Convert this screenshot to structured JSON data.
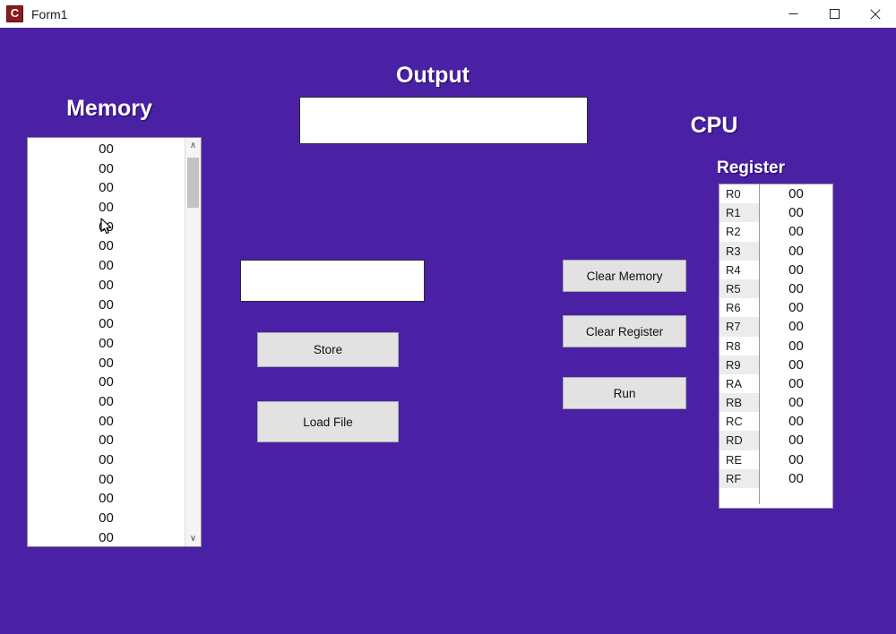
{
  "window": {
    "title": "Form1",
    "icon": "app-c-icon",
    "icon_letter": "C",
    "minimize_label": "─",
    "maximize_label": "□",
    "close_label": "✕",
    "accent_color": "#4a21a5",
    "titlebar_color": "#ffffff"
  },
  "background_color": "#4a21a5",
  "memory": {
    "heading": "Memory",
    "values": [
      "00",
      "00",
      "00",
      "00",
      "00",
      "00",
      "00",
      "00",
      "00",
      "00",
      "00",
      "00",
      "00",
      "00",
      "00",
      "00",
      "00",
      "00",
      "00",
      "00",
      "00"
    ],
    "scrollbar": {
      "up_arrow": "∧",
      "down_arrow": "∨"
    }
  },
  "output": {
    "heading": "Output",
    "value": "",
    "placeholder": ""
  },
  "input": {
    "value": "",
    "placeholder": ""
  },
  "buttons": {
    "store": "Store",
    "load_file": "Load File",
    "clear_memory": "Clear Memory",
    "clear_register": "Clear Register",
    "run": "Run"
  },
  "cpu": {
    "heading": "CPU",
    "register_heading": "Register",
    "registers": [
      {
        "name": "R0",
        "value": "00"
      },
      {
        "name": "R1",
        "value": "00"
      },
      {
        "name": "R2",
        "value": "00"
      },
      {
        "name": "R3",
        "value": "00"
      },
      {
        "name": "R4",
        "value": "00"
      },
      {
        "name": "R5",
        "value": "00"
      },
      {
        "name": "R6",
        "value": "00"
      },
      {
        "name": "R7",
        "value": "00"
      },
      {
        "name": "R8",
        "value": "00"
      },
      {
        "name": "R9",
        "value": "00"
      },
      {
        "name": "RA",
        "value": "00"
      },
      {
        "name": "RB",
        "value": "00"
      },
      {
        "name": "RC",
        "value": "00"
      },
      {
        "name": "RD",
        "value": "00"
      },
      {
        "name": "RE",
        "value": "00"
      },
      {
        "name": "RF",
        "value": "00"
      }
    ]
  }
}
